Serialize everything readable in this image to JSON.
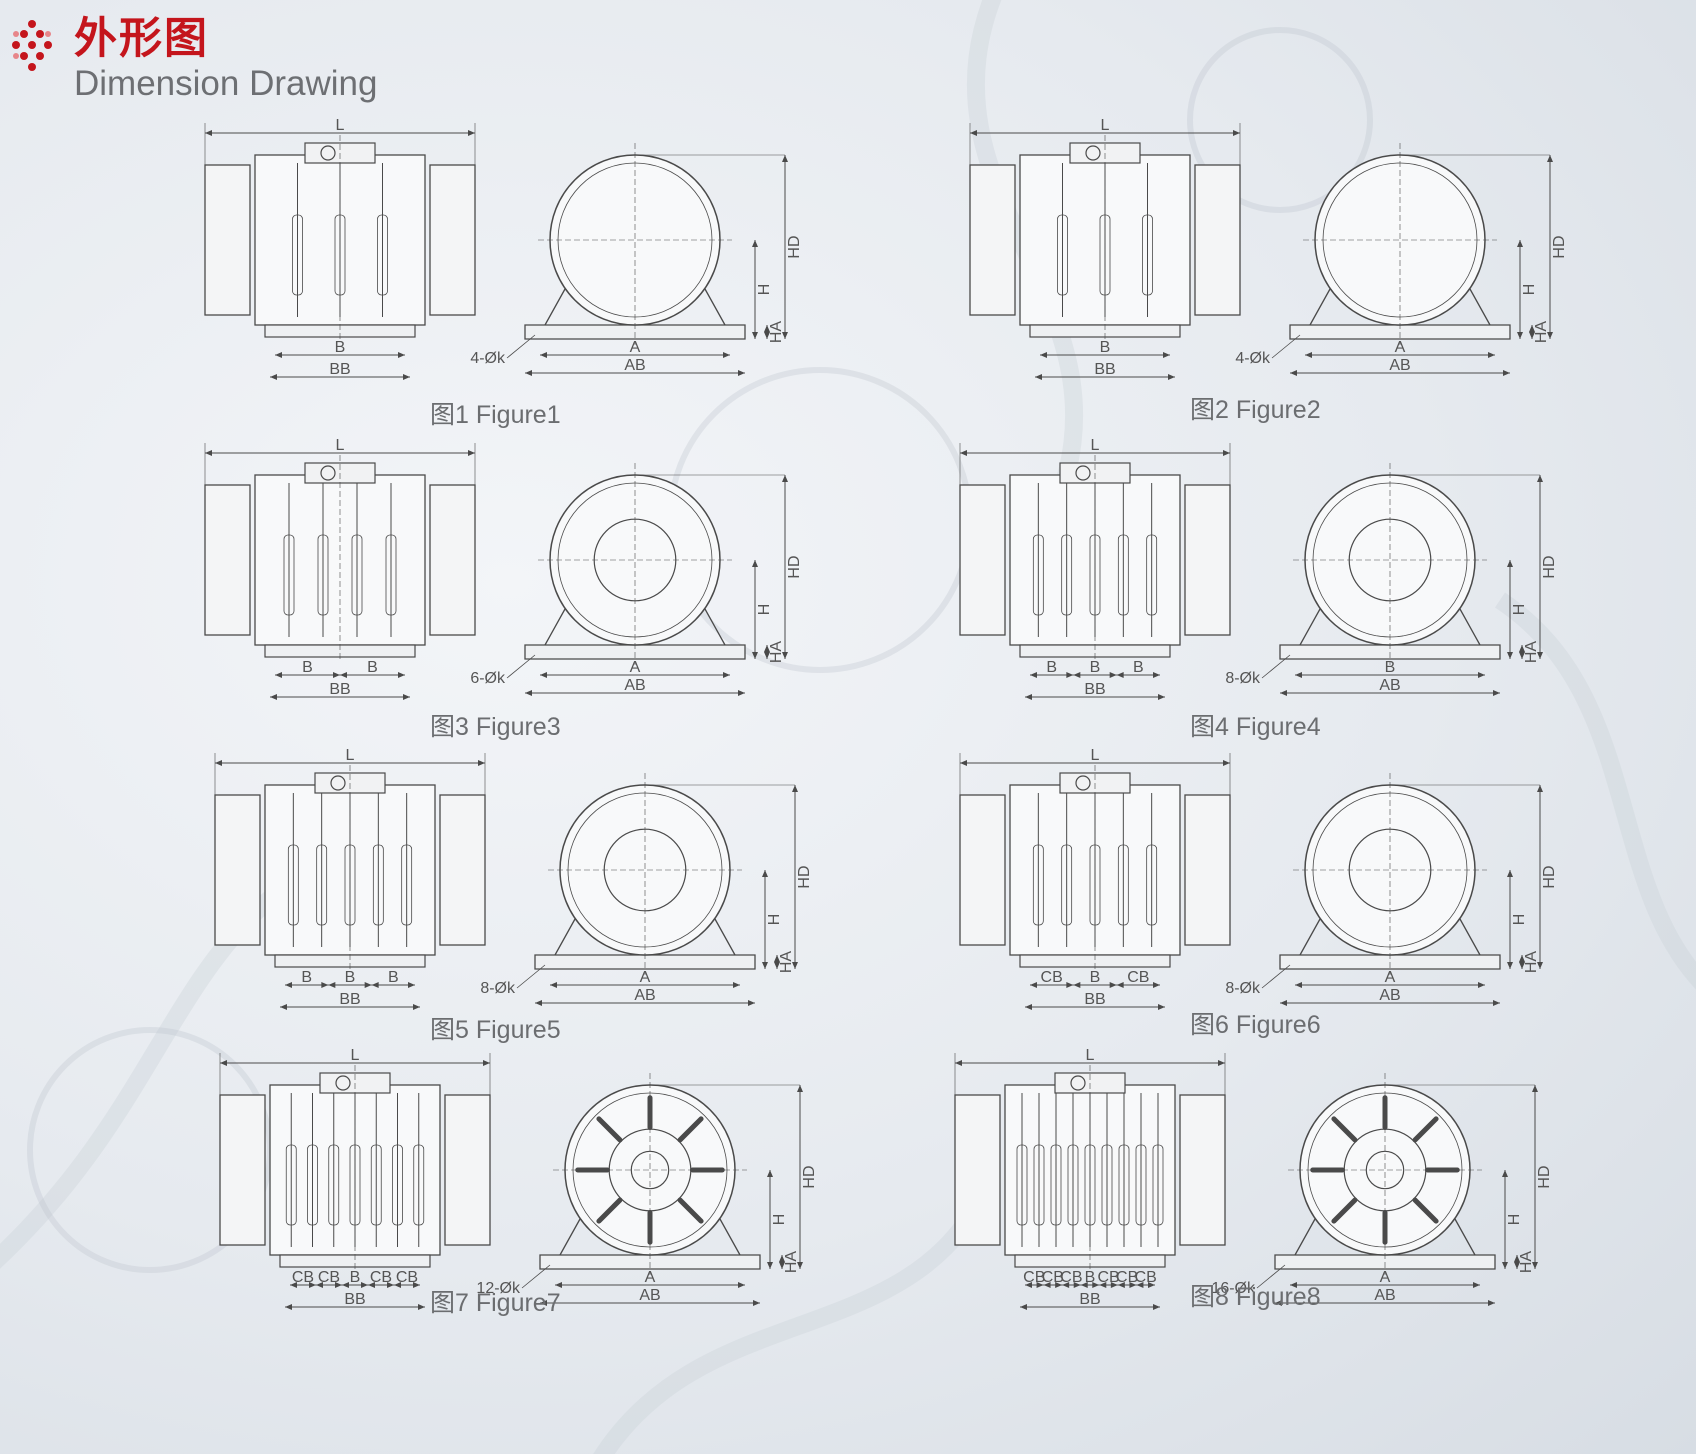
{
  "header": {
    "title_cn": "外形图",
    "title_en": "Dimension Drawing"
  },
  "colors": {
    "brand_red": "#c4151c",
    "line": "#4a4a4a",
    "text_gray": "#6b6d70"
  },
  "icons": {
    "logo": "red-dot-cluster-icon"
  },
  "figures": [
    {
      "caption": "图1 Figure1",
      "L": "L",
      "B_labels": [
        "B"
      ],
      "BB": "BB",
      "hole": "4-Øk",
      "A": "A",
      "AB": "AB",
      "HD": "HD",
      "H": "H",
      "HA": "HA"
    },
    {
      "caption": "图2 Figure2",
      "L": "L",
      "B_labels": [
        "B"
      ],
      "BB": "BB",
      "hole": "4-Øk",
      "A": "A",
      "AB": "AB",
      "HD": "HD",
      "H": "H",
      "HA": "HA"
    },
    {
      "caption": "图3 Figure3",
      "L": "L",
      "B_labels": [
        "B",
        "B"
      ],
      "BB": "BB",
      "hole": "6-Øk",
      "A": "A",
      "AB": "AB",
      "HD": "HD",
      "H": "H",
      "HA": "HA"
    },
    {
      "caption": "图4 Figure4",
      "L": "L",
      "B_labels": [
        "B",
        "B",
        "B"
      ],
      "BB": "BB",
      "hole": "8-Øk",
      "A": "B",
      "AB": "AB",
      "HD": "HD",
      "H": "H",
      "HA": "HA"
    },
    {
      "caption": "图5 Figure5",
      "L": "L",
      "B_labels": [
        "B",
        "B",
        "B"
      ],
      "BB": "BB",
      "hole": "8-Øk",
      "A": "A",
      "AB": "AB",
      "HD": "HD",
      "H": "H",
      "HA": "HA"
    },
    {
      "caption": "图6 Figure6",
      "L": "L",
      "B_labels": [
        "CB",
        "B",
        "CB"
      ],
      "BB": "BB",
      "hole": "8-Øk",
      "A": "A",
      "AB": "AB",
      "HD": "HD",
      "H": "H",
      "HA": "HA"
    },
    {
      "caption": "图7 Figure7",
      "L": "L",
      "B_labels": [
        "CB",
        "CB",
        "B",
        "CB",
        "CB"
      ],
      "BB": "BB",
      "hole": "12-Øk",
      "A": "A",
      "AB": "AB",
      "HD": "HD",
      "H": "H",
      "HA": "HA"
    },
    {
      "caption": "图8 Figure8",
      "L": "L",
      "B_labels": [
        "CB",
        "CB",
        "CB",
        "B",
        "CB",
        "CB",
        "CB"
      ],
      "BB": "BB",
      "hole": "16-Øk",
      "A": "A",
      "AB": "AB",
      "HD": "HD",
      "H": "H",
      "HA": "HA"
    }
  ]
}
